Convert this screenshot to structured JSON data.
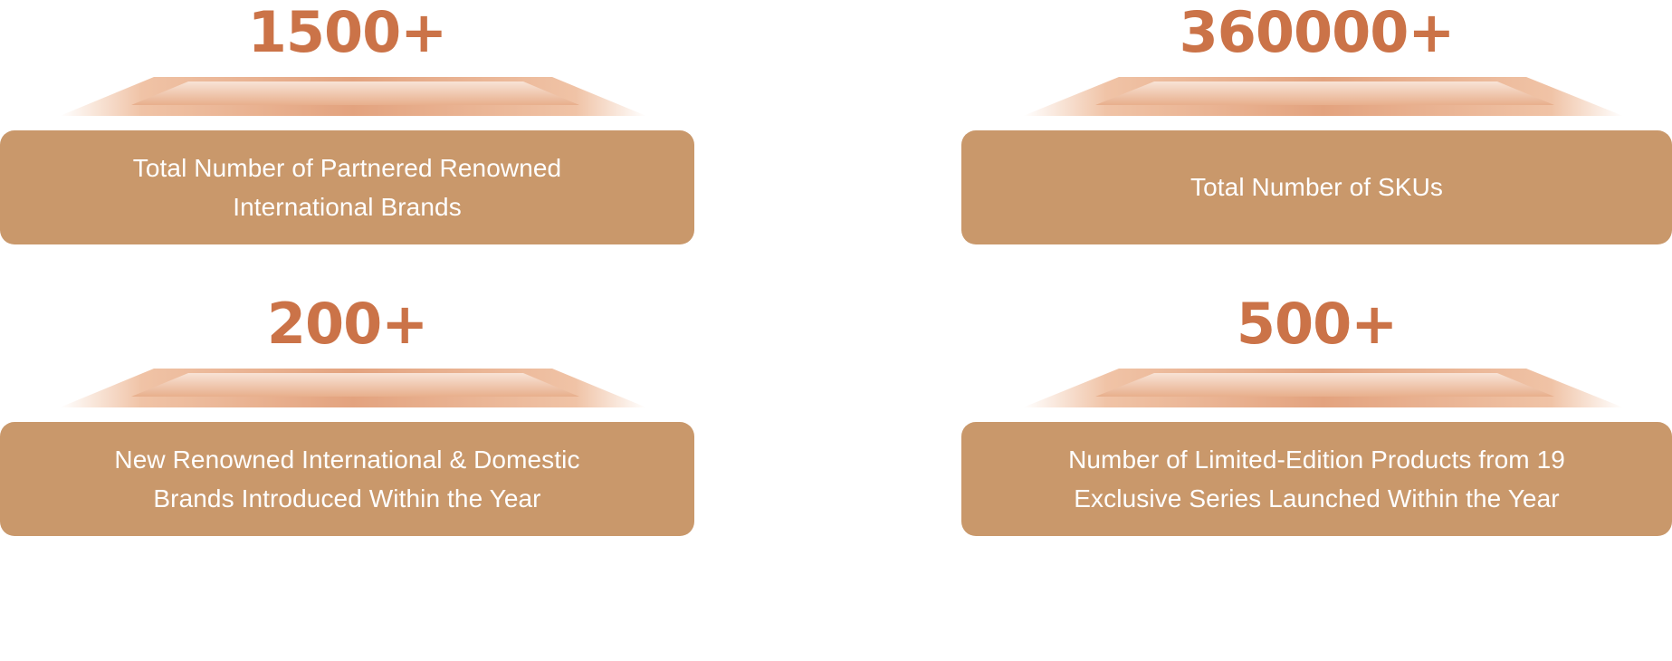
{
  "theme": {
    "background": "#ffffff",
    "number_color": "#cb7348",
    "card_color": "#c9986b",
    "card_text_color": "#ffffff",
    "platform_light": "#f8e3d6",
    "platform_mid": "#edbb9b",
    "platform_dark": "#e3a37f",
    "platform_bevel": "#dd9b76"
  },
  "stats": [
    {
      "id": "partnered-brands",
      "number": "1500+",
      "label": "Total Number of Partnered Renowned\nInternational Brands"
    },
    {
      "id": "total-skus",
      "number": "360000+",
      "label": "Total Number of SKUs"
    },
    {
      "id": "new-brands",
      "number": "200+",
      "label": "New Renowned International & Domestic\nBrands Introduced Within the Year"
    },
    {
      "id": "limited-edition",
      "number": "500+",
      "label": "Number of Limited-Edition Products from 19\nExclusive Series Launched Within the Year"
    }
  ]
}
